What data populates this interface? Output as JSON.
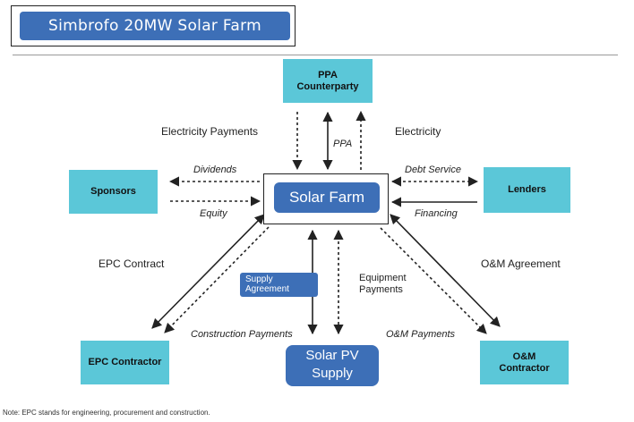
{
  "title": "Simbrofo 20MW Solar Farm",
  "nodes": {
    "ppa": "PPA\nCounterparty",
    "sponsors": "Sponsors",
    "lenders": "Lenders",
    "center": "Solar Farm",
    "epc": "EPC Contractor",
    "om": "O&M\nContractor",
    "supply": "Solar PV\nSupply",
    "supply_agreement": "Supply\nAgreement"
  },
  "labels": {
    "electricity_payments": "Electricity Payments",
    "ppa": "PPA",
    "electricity": "Electricity",
    "dividends": "Dividends",
    "equity": "Equity",
    "debt_service": "Debt Service",
    "financing": "Financing",
    "epc_contract": "EPC Contract",
    "om_agreement": "O&M Agreement",
    "equipment_payments": "Equipment\nPayments",
    "construction_payments": "Construction Payments",
    "om_payments": "O&M Payments"
  },
  "note": "Note: EPC stands for engineering, procurement and construction.",
  "colors": {
    "party_fill": "#5bc7d8",
    "accent_blue": "#3d6fb7",
    "line": "#222222"
  }
}
